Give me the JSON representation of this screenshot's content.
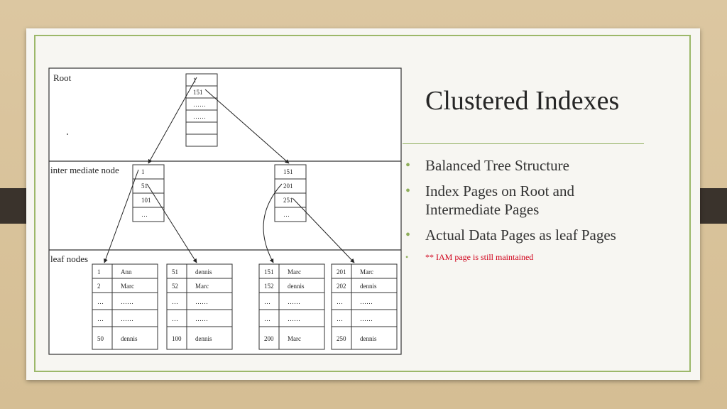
{
  "slide": {
    "title": "Clustered Indexes",
    "bullets": [
      "Balanced Tree Structure",
      "Index Pages on Root and Intermediate Pages",
      "Actual Data Pages as leaf Pages"
    ],
    "note": "** IAM page is still maintained",
    "colors": {
      "accent": "#8fae5c",
      "note": "#d0021b",
      "background": "#d5be94"
    }
  },
  "diagram": {
    "levels": [
      "Root",
      "inter mediate node",
      "leaf nodes"
    ],
    "root": [
      "1",
      "151",
      "……",
      "……",
      "",
      ""
    ],
    "intermediate": [
      [
        "1",
        "51",
        "101",
        "…"
      ],
      [
        "151",
        "201",
        "251",
        "…"
      ]
    ],
    "leaves": [
      [
        [
          "1",
          "Ann"
        ],
        [
          "2",
          "Marc"
        ],
        [
          "…",
          "……"
        ],
        [
          "…",
          "……"
        ],
        [
          "50",
          "dennis"
        ]
      ],
      [
        [
          "51",
          "dennis"
        ],
        [
          "52",
          "Marc"
        ],
        [
          "…",
          "……"
        ],
        [
          "…",
          "……"
        ],
        [
          "100",
          "dennis"
        ]
      ],
      [
        [
          "151",
          "Marc"
        ],
        [
          "152",
          "dennis"
        ],
        [
          "…",
          "……"
        ],
        [
          "…",
          "……"
        ],
        [
          "200",
          "Marc"
        ]
      ],
      [
        [
          "201",
          "Marc"
        ],
        [
          "202",
          "dennis"
        ],
        [
          "…",
          "……"
        ],
        [
          "…",
          "……"
        ],
        [
          "250",
          "dennis"
        ]
      ]
    ]
  }
}
